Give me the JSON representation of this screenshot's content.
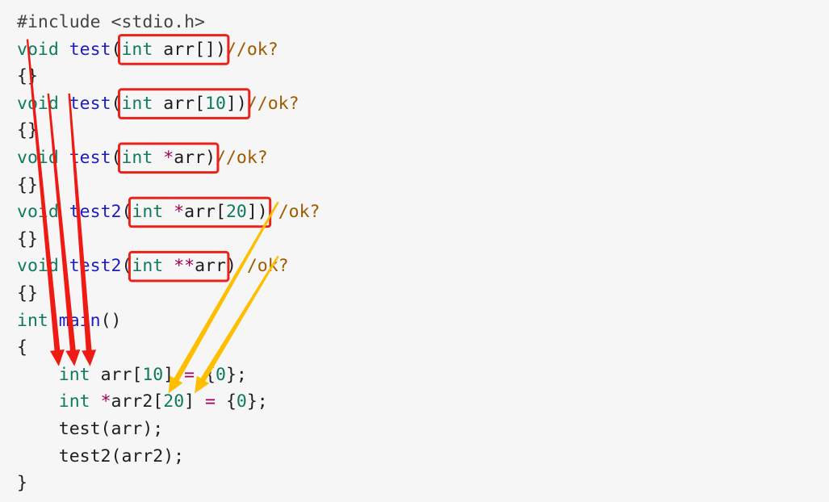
{
  "code": {
    "lines": [
      [
        {
          "t": "pre",
          "v": "#include <stdio.h>"
        }
      ],
      [
        {
          "t": "kw",
          "v": "void"
        },
        {
          "t": "tx",
          "v": " "
        },
        {
          "t": "fn",
          "v": "test"
        },
        {
          "t": "br",
          "v": "("
        },
        {
          "t": "kw",
          "v": "int"
        },
        {
          "t": "tx",
          "v": " arr[]"
        },
        {
          "t": "br",
          "v": ")"
        },
        {
          "t": "cm",
          "v": "//ok?"
        }
      ],
      [
        {
          "t": "br",
          "v": "{}"
        }
      ],
      [
        {
          "t": "kw",
          "v": "void"
        },
        {
          "t": "tx",
          "v": " "
        },
        {
          "t": "fn",
          "v": "test"
        },
        {
          "t": "br",
          "v": "("
        },
        {
          "t": "kw",
          "v": "int"
        },
        {
          "t": "tx",
          "v": " arr["
        },
        {
          "t": "num",
          "v": "10"
        },
        {
          "t": "tx",
          "v": "]"
        },
        {
          "t": "br",
          "v": ")"
        },
        {
          "t": "cm",
          "v": "//ok?"
        }
      ],
      [
        {
          "t": "br",
          "v": "{}"
        }
      ],
      [
        {
          "t": "kw",
          "v": "void"
        },
        {
          "t": "tx",
          "v": " "
        },
        {
          "t": "fn",
          "v": "test"
        },
        {
          "t": "br",
          "v": "("
        },
        {
          "t": "kw",
          "v": "int"
        },
        {
          "t": "tx",
          "v": " "
        },
        {
          "t": "op",
          "v": "*"
        },
        {
          "t": "tx",
          "v": "arr"
        },
        {
          "t": "br",
          "v": ")"
        },
        {
          "t": "cm",
          "v": "//ok?"
        }
      ],
      [
        {
          "t": "br",
          "v": "{}"
        }
      ],
      [
        {
          "t": "kw",
          "v": "void"
        },
        {
          "t": "tx",
          "v": " "
        },
        {
          "t": "fn",
          "v": "test2"
        },
        {
          "t": "br",
          "v": "("
        },
        {
          "t": "kw",
          "v": "int"
        },
        {
          "t": "tx",
          "v": " "
        },
        {
          "t": "op",
          "v": "*"
        },
        {
          "t": "tx",
          "v": "arr["
        },
        {
          "t": "num",
          "v": "20"
        },
        {
          "t": "tx",
          "v": "]"
        },
        {
          "t": "br",
          "v": ")"
        },
        {
          "t": "cm",
          "v": "//ok?"
        }
      ],
      [
        {
          "t": "br",
          "v": "{}"
        }
      ],
      [
        {
          "t": "kw",
          "v": "void"
        },
        {
          "t": "tx",
          "v": " "
        },
        {
          "t": "fn",
          "v": "test2"
        },
        {
          "t": "br",
          "v": "("
        },
        {
          "t": "kw",
          "v": "int"
        },
        {
          "t": "tx",
          "v": " "
        },
        {
          "t": "op",
          "v": "**"
        },
        {
          "t": "tx",
          "v": "arr"
        },
        {
          "t": "br",
          "v": ")"
        },
        {
          "t": "cm",
          "v": "//ok?"
        }
      ],
      [
        {
          "t": "br",
          "v": "{}"
        }
      ],
      [
        {
          "t": "kw",
          "v": "int"
        },
        {
          "t": "tx",
          "v": " "
        },
        {
          "t": "fn",
          "v": "main"
        },
        {
          "t": "br",
          "v": "()"
        }
      ],
      [
        {
          "t": "br",
          "v": "{"
        }
      ],
      [
        {
          "t": "tx",
          "v": "    "
        },
        {
          "t": "kw",
          "v": "int"
        },
        {
          "t": "tx",
          "v": " arr["
        },
        {
          "t": "num",
          "v": "10"
        },
        {
          "t": "tx",
          "v": "] "
        },
        {
          "t": "op",
          "v": "="
        },
        {
          "t": "tx",
          "v": " {"
        },
        {
          "t": "num",
          "v": "0"
        },
        {
          "t": "tx",
          "v": "};"
        }
      ],
      [
        {
          "t": "tx",
          "v": "    "
        },
        {
          "t": "kw",
          "v": "int"
        },
        {
          "t": "tx",
          "v": " "
        },
        {
          "t": "op",
          "v": "*"
        },
        {
          "t": "tx",
          "v": "arr2["
        },
        {
          "t": "num",
          "v": "20"
        },
        {
          "t": "tx",
          "v": "] "
        },
        {
          "t": "op",
          "v": "="
        },
        {
          "t": "tx",
          "v": " {"
        },
        {
          "t": "num",
          "v": "0"
        },
        {
          "t": "tx",
          "v": "};"
        }
      ],
      [
        {
          "t": "tx",
          "v": "    test(arr);"
        }
      ],
      [
        {
          "t": "tx",
          "v": "    test2(arr2);"
        }
      ],
      [
        {
          "t": "br",
          "v": "}"
        }
      ]
    ]
  },
  "annotations": {
    "box_color": "#e8231b",
    "red_arrow_color": "#f01a14",
    "yellow_arrow_color": "#ffbf00",
    "boxes": [
      {
        "name": "param-box-int-arr-empty",
        "line": 1,
        "from_col": 10,
        "to_col": 20
      },
      {
        "name": "param-box-int-arr-10",
        "line": 3,
        "from_col": 10,
        "to_col": 22
      },
      {
        "name": "param-box-int-ptr-arr",
        "line": 5,
        "from_col": 10,
        "to_col": 19
      },
      {
        "name": "param-box-int-ptr-arr-20",
        "line": 7,
        "from_col": 11,
        "to_col": 24
      },
      {
        "name": "param-box-int-ptrptr-arr",
        "line": 9,
        "from_col": 11,
        "to_col": 20
      }
    ],
    "red_arrows": [
      {
        "name": "red-arrow-1",
        "from_line": 1,
        "from_col": 1,
        "to_line": 13,
        "to_col": 4
      },
      {
        "name": "red-arrow-2",
        "from_line": 3,
        "from_col": 3,
        "to_line": 13,
        "to_col": 5.5
      },
      {
        "name": "red-arrow-3",
        "from_line": 3,
        "from_col": 5,
        "to_line": 13,
        "to_col": 7
      }
    ],
    "yellow_arrows": [
      {
        "name": "yellow-arrow-1",
        "from_line": 7,
        "from_col": 25,
        "to_line": 14,
        "to_col": 14.5
      },
      {
        "name": "yellow-arrow-2",
        "from_line": 9,
        "from_col": 25,
        "to_line": 14,
        "to_col": 17
      }
    ]
  }
}
